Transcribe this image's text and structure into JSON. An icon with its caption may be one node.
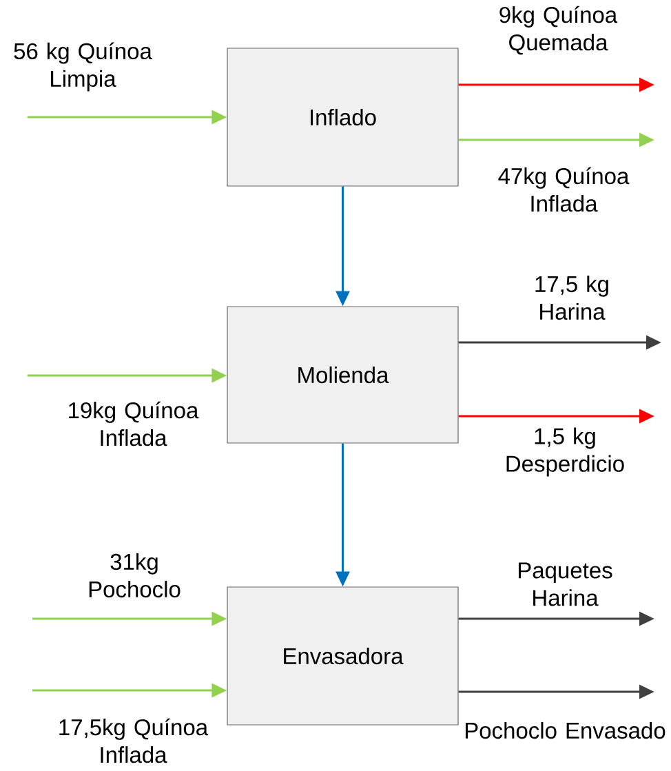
{
  "diagram": {
    "nodes": [
      {
        "text": [
          "Inflado"
        ]
      },
      {
        "text": [
          "Molienda"
        ]
      },
      {
        "text": [
          "Envasadora"
        ]
      }
    ],
    "edges": [
      {
        "from": null,
        "to": 0,
        "arrow": "to",
        "label": "56 kg Quínoa Limpia"
      },
      {
        "from": 0,
        "to": null,
        "arrow": "to",
        "label": "9kg Quínoa Quemada",
        "color": "#ff0000"
      },
      {
        "from": 0,
        "to": null,
        "arrow": "to",
        "label": "47kg Quínoa Inflada"
      },
      {
        "from": 0,
        "to": 1,
        "arrow": "to",
        "color": "#0070c0"
      },
      {
        "from": null,
        "to": 1,
        "arrow": "to",
        "label": "19kg Quínoa Inflada"
      },
      {
        "from": 1,
        "to": null,
        "arrow": "to",
        "label": "17,5 kg Harina",
        "color": "#404040"
      },
      {
        "from": 1,
        "to": null,
        "arrow": "to",
        "label": "1,5 kg Desperdicio",
        "color": "#ff0000"
      },
      {
        "from": 1,
        "to": 2,
        "arrow": "to",
        "color": "#0070c0"
      },
      {
        "from": null,
        "to": 2,
        "arrow": "to",
        "label": "31kg Pochoclo"
      },
      {
        "from": null,
        "to": 2,
        "arrow": "to",
        "label": "17,5kg Quínoa Inflada"
      },
      {
        "from": 2,
        "to": null,
        "arrow": "to",
        "label": "Paquetes Harina",
        "color": "#404040"
      },
      {
        "from": 2,
        "to": null,
        "arrow": "to",
        "label": "Pochoclo Envasado",
        "color": "#404040"
      }
    ]
  }
}
